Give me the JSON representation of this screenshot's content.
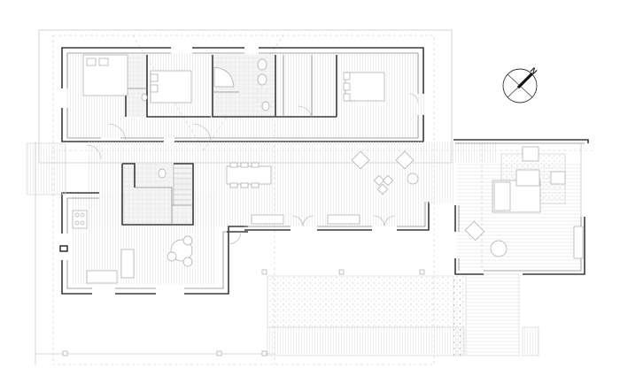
{
  "drawing": {
    "type": "architectural floor plan",
    "north_arrow": {
      "label": "N"
    },
    "colors": {
      "wall": "#3a3a3a",
      "wall_inner": "#8a8a8a",
      "floor_hatch": "#e6e6e6",
      "tile_grid": "#dcdcdc",
      "furniture": "#a8a8a8",
      "guide_lines": "#c8c8c8",
      "background": "#ffffff"
    },
    "rooms": [
      {
        "id": "bedroom-1",
        "kind": "bedroom"
      },
      {
        "id": "bathroom-1",
        "kind": "bathroom"
      },
      {
        "id": "bedroom-2",
        "kind": "bedroom"
      },
      {
        "id": "bathroom-2",
        "kind": "bathroom"
      },
      {
        "id": "closet",
        "kind": "storage"
      },
      {
        "id": "bedroom-3",
        "kind": "bedroom"
      },
      {
        "id": "living-dining",
        "kind": "living"
      },
      {
        "id": "kitchen",
        "kind": "kitchen"
      },
      {
        "id": "wc-stair-core",
        "kind": "service"
      },
      {
        "id": "annex-lounge",
        "kind": "living"
      },
      {
        "id": "terrace",
        "kind": "outdoor"
      }
    ]
  }
}
